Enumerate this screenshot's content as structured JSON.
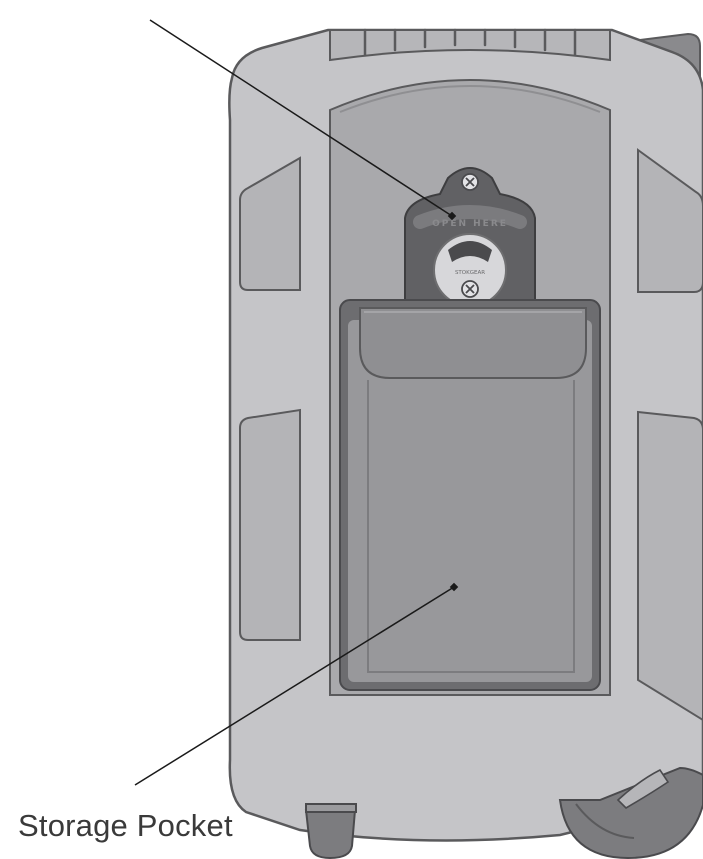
{
  "labels": {
    "storage_pocket": "Storage Pocket",
    "opener_lid_text": "OPEN HERE",
    "opener_brand": "STOKGEAR"
  },
  "colors": {
    "body_outer": "#c5c5c8",
    "body_inner_panel": "#a9a9ac",
    "outline": "#5a5a5c",
    "pocket_frame": "#6d6d70",
    "pocket_fill": "#98989b",
    "wheel": "#7c7c7f",
    "leader_line": "#1a1a1a"
  },
  "icons": [
    "screw-icon",
    "screw-icon"
  ]
}
